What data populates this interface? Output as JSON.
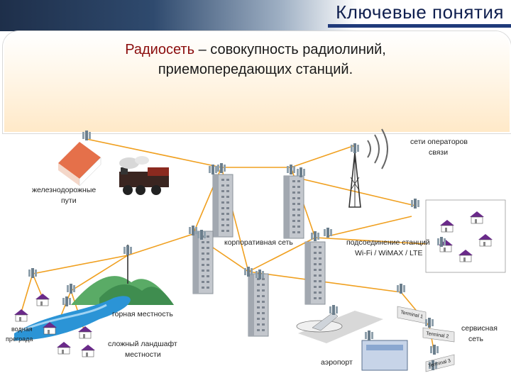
{
  "slide": {
    "title": "Ключевые понятия",
    "definition_term": "Радиосеть",
    "definition_rest": " – совокупность радиолиний,",
    "definition_line2": "приемопередающих станций."
  },
  "diagram": {
    "labels": {
      "railway_line1": "железнодорожные",
      "railway_line2": "пути",
      "operators_line1": "сети операторов",
      "operators_line2": "связи",
      "corporate": "корпоративная сеть",
      "connection_line1": "подсоединение станций",
      "connection_line2": "Wi-Fi / WiMAX / LTE",
      "mountain": "горная местность",
      "water_line1": "водная",
      "water_line2": "преграда",
      "landscape_line1": "сложный ландшафт",
      "landscape_line2": "местности",
      "service_line1": "сервисная",
      "service_line2": "сеть",
      "airport": "аэропорт",
      "terminal_1": "Terminal 1",
      "terminal_2": "Terminal 2",
      "terminal_3": "Terminal 3"
    },
    "link_color": "#f0a020",
    "building_color": "#b9bec6",
    "house_roof_color": "#6a2a8a"
  }
}
